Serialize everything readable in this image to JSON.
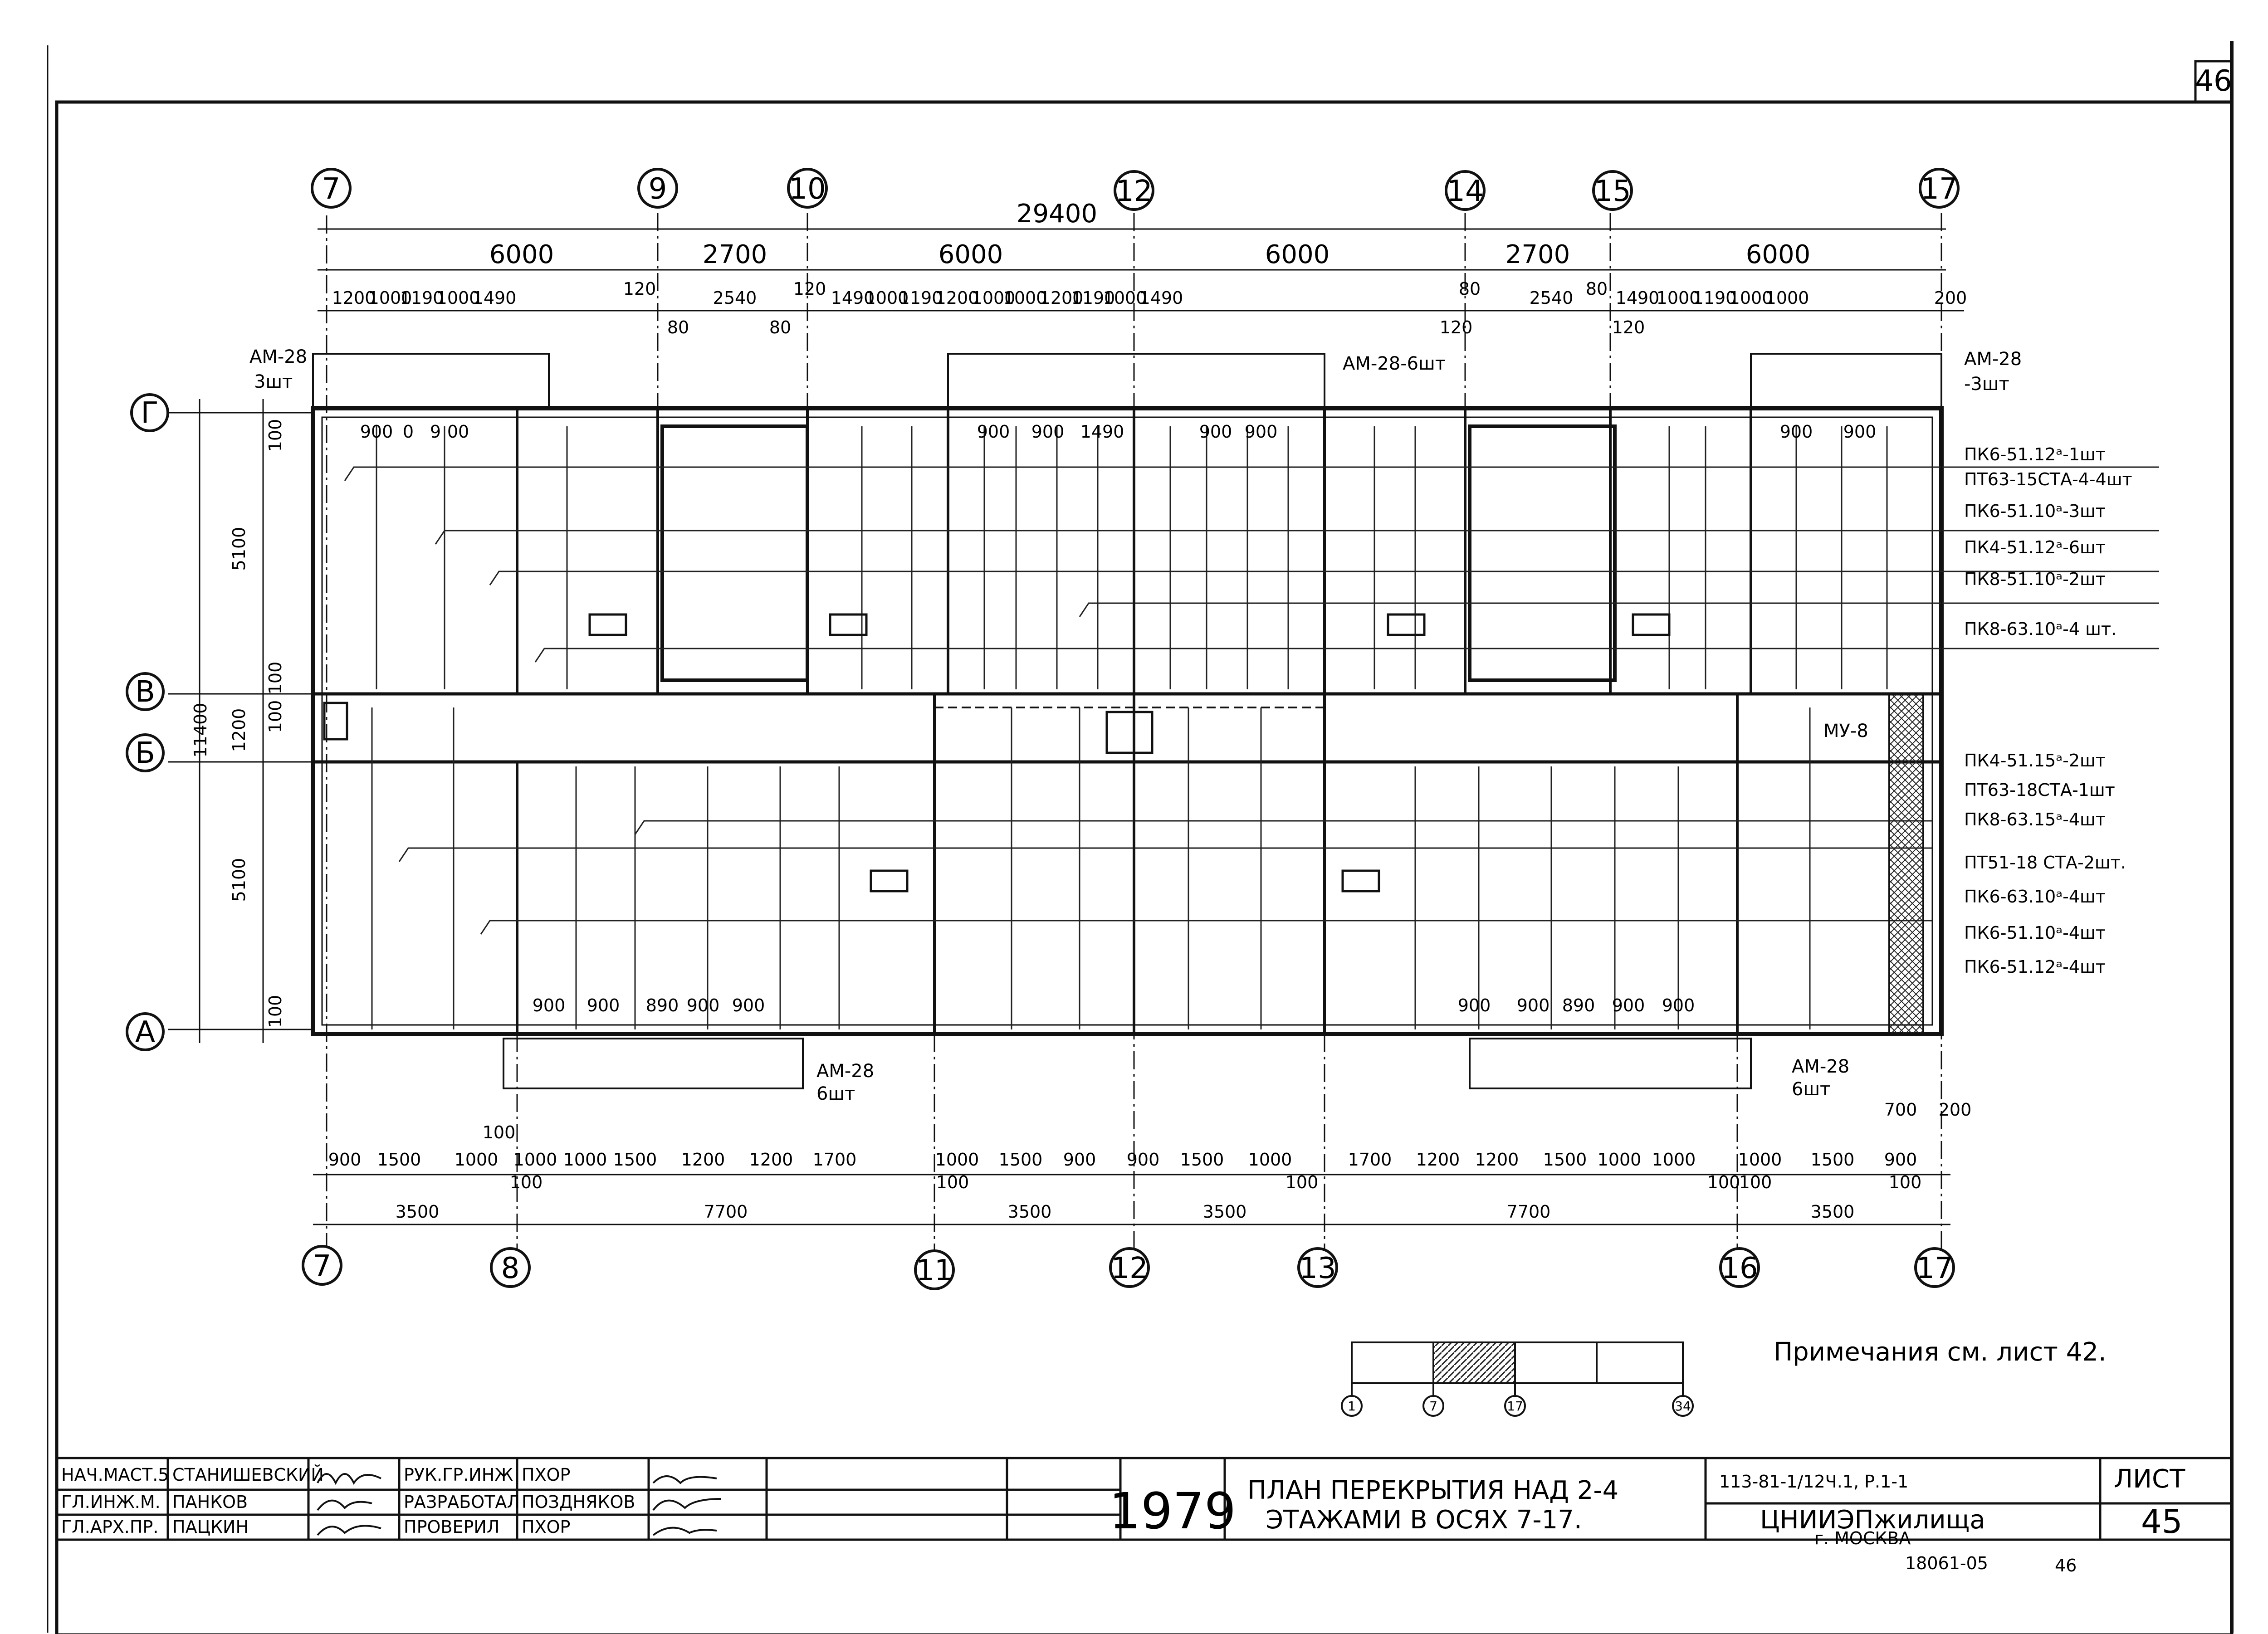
{
  "sheet_corner_number": "46",
  "axes_top": [
    "7",
    "9",
    "10",
    "12",
    "14",
    "15",
    "17"
  ],
  "axes_bottom": [
    "7",
    "8",
    "11",
    "12",
    "13",
    "16",
    "17"
  ],
  "axes_rows": [
    "Г",
    "В",
    "Б",
    "А"
  ],
  "dims_top_overall": "29400",
  "dims_top_row1": [
    "6000",
    "2700",
    "6000",
    "6000",
    "2700",
    "6000"
  ],
  "dims_top_row2": [
    "1200",
    "1000",
    "1190",
    "1000",
    "1490",
    "120",
    "2540",
    "120",
    "1490",
    "1000",
    "1190",
    "1200",
    "1000",
    "1000",
    "1200",
    "1190",
    "1000",
    "1490",
    "80",
    "2540",
    "80",
    "1490",
    "1000",
    "1190",
    "1000",
    "1000",
    "200"
  ],
  "dims_top_small": [
    "80",
    "80",
    "120",
    "120"
  ],
  "dims_bottom_row1": [
    "900",
    "1500",
    "1000",
    "1000",
    "1000",
    "1500",
    "1200",
    "1200",
    "1700",
    "1000",
    "1500",
    "900",
    "900",
    "1500",
    "1000",
    "1700",
    "1200",
    "1200",
    "1500",
    "1000",
    "1000",
    "1000",
    "1500",
    "900"
  ],
  "dims_bottom_row2": [
    "3500",
    "7700",
    "3500",
    "3500",
    "7700",
    "3500"
  ],
  "dims_bottom_small": [
    "100",
    "100",
    "100",
    "100",
    "100",
    "100",
    "100"
  ],
  "dims_left": [
    "100",
    "5100",
    "100",
    "1200",
    "100",
    "5100",
    "100"
  ],
  "dims_left_overall": "11400",
  "dims_right_small": [
    "700",
    "200"
  ],
  "dims_inner_top_left": [
    "900",
    "0",
    "9",
    "00"
  ],
  "dims_inner_top_mid": [
    "900",
    "900",
    "1490",
    "900",
    "900"
  ],
  "dims_inner_top_right": [
    "900",
    "900"
  ],
  "dims_inner_bottom_left": [
    "900",
    "900",
    "890",
    "900",
    "900"
  ],
  "dims_inner_bottom_right": [
    "900",
    "900",
    "890",
    "900",
    "900"
  ],
  "lintels": [
    {
      "label": "АМ-28",
      "qty": "3шт"
    },
    {
      "label": "АМ-28-6шт",
      "qty": ""
    },
    {
      "label": "АМ-28",
      "qty": "-3шт"
    },
    {
      "label": "АМ-28",
      "qty": "6шт"
    },
    {
      "label": "АМ-28",
      "qty": "6шт"
    }
  ],
  "mu_label": "МУ-8",
  "spec_upper": [
    "ПК6-51.12ᵃ-1шт",
    "ПТ63-15СТА-4-4шт",
    "ПК6-51.10ᵃ-3шт",
    "ПК4-51.12ᵃ-6шт",
    "ПК8-51.10ᵃ-2шт",
    "ПК8-63.10ᵃ-4 шт."
  ],
  "spec_lower": [
    "ПК4-51.15ᵃ-2шт",
    "ПТ63-18СТА-1шт",
    "ПК8-63.15ᵃ-4шт",
    "ПТ51-18 СТА-2шт.",
    "ПК6-63.10ᵃ-4шт",
    "ПК6-51.10ᵃ-4шт",
    "ПК6-51.12ᵃ-4шт"
  ],
  "note": "Примечания см. лист 42.",
  "scale_labels": [
    "1",
    "7",
    "17",
    "34"
  ],
  "titleblock": {
    "roles": [
      "НАЧ.МАСТ.5",
      "ГЛ.ИНЖ.М.",
      "ГЛ.АРХ.ПР.",
      "РУК.ГР.ИНЖ",
      "РАЗРАБОТАЛ",
      "ПРОВЕРИЛ"
    ],
    "names": [
      "СТАНИШЕВСКИЙ",
      "ПАНКОВ",
      "ПАЦКИН",
      "ПХОР",
      "ПОЗДНЯКОВ",
      "ПХОР"
    ],
    "year": "1979",
    "title_line1": "ПЛАН ПЕРЕКРЫТИЯ НАД 2-4",
    "title_line2": "ЭТАЖАМИ В ОСЯХ 7-17.",
    "code": "113-81-1/12Ч.1, Р.1-1",
    "org_line1": "ЦНИИЭПжилища",
    "org_line2": "г. МОСКВА",
    "sheet_label": "ЛИСТ",
    "sheet_number": "45",
    "archive_number": "18061-05",
    "archive_page": "46"
  }
}
